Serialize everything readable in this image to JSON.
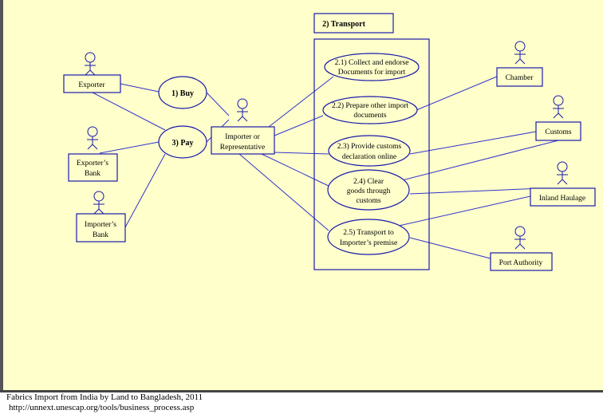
{
  "diagram": {
    "colors": {
      "background": "#ffffcc",
      "stroke": "#1a1aaa"
    },
    "system_title": "2) Transport",
    "actors": {
      "exporter": [
        "Exporter"
      ],
      "exporters_bank": [
        "Exporter’s",
        "Bank"
      ],
      "importers_bank": [
        "Importer’s",
        "Bank"
      ],
      "importer": [
        "Importer  or",
        "Representative"
      ],
      "chamber": [
        "Chamber"
      ],
      "customs": [
        "Customs"
      ],
      "inland_haulage": [
        "Inland Haulage"
      ],
      "port_authority": [
        "Port Authority"
      ]
    },
    "use_cases": {
      "buy": [
        "1) Buy"
      ],
      "pay": [
        "3) Pay"
      ],
      "uc21": [
        "2.1) Collect and endorse",
        "Documents for import"
      ],
      "uc22": [
        "2.2) Prepare other import",
        "documents"
      ],
      "uc23": [
        "2.3) Provide customs",
        "declaration online"
      ],
      "uc24": [
        "2.4) Clear",
        "goods through",
        "customs"
      ],
      "uc25": [
        "2.5) Transport to",
        "Importer’s premise"
      ]
    }
  },
  "footer": {
    "caption": "Fabrics Import from India by Land to Bangladesh, 2011",
    "url": "http://unnext.unescap.org/tools/business_process.asp"
  }
}
